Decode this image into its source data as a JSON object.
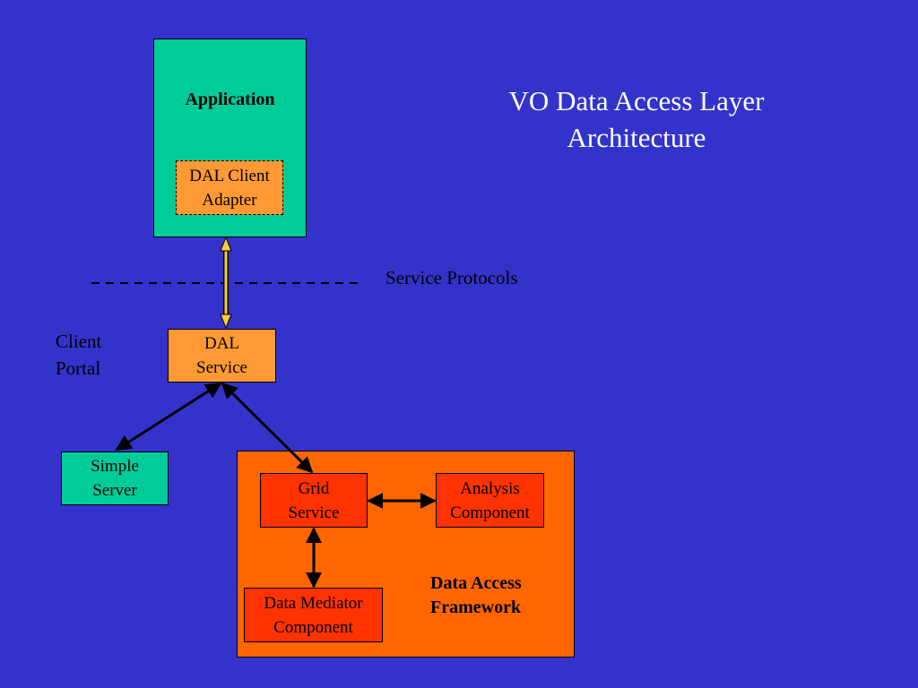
{
  "title": {
    "line1": "VO Data Access Layer",
    "line2": "Architecture"
  },
  "application": {
    "label": "Application",
    "dal_client": {
      "line1": "DAL Client",
      "line2": "Adapter"
    }
  },
  "service_protocols": "Service Protocols",
  "client_portal": {
    "line1": "Client",
    "line2": "Portal"
  },
  "dal_service": {
    "line1": "DAL",
    "line2": "Service"
  },
  "simple_server": {
    "line1": "Simple",
    "line2": "Server"
  },
  "framework": {
    "label_line1": "Data Access",
    "label_line2": "Framework",
    "grid_service": {
      "line1": "Grid",
      "line2": "Service"
    },
    "analysis_component": {
      "line1": "Analysis",
      "line2": "Component"
    },
    "data_mediator": {
      "line1": "Data Mediator",
      "line2": "Component"
    }
  },
  "colors": {
    "background": "#3333cc",
    "teal": "#00cc99",
    "light_orange": "#ff9933",
    "orange": "#ff6600",
    "red_orange": "#ff3300",
    "arrow_highlight": "#ffcc33"
  }
}
